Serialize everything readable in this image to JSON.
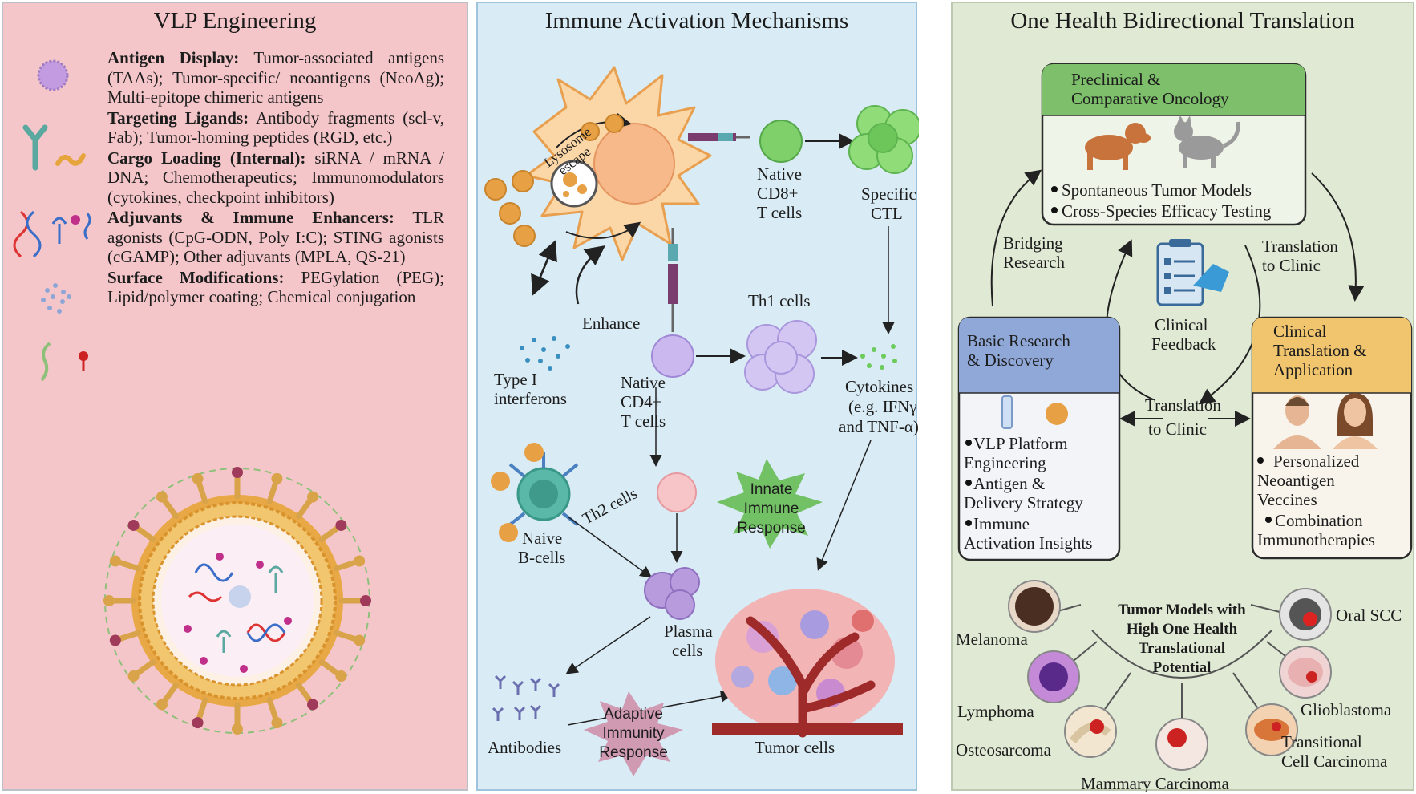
{
  "panels": {
    "vlp": {
      "title": "VLP Engineering",
      "items": [
        {
          "heading": "Antigen Display:",
          "text": "Tumor-associated antigens (TAAs); Tumor-specific/ neoantigens (NeoAg); Multi-epitope chimeric antigens"
        },
        {
          "heading": "Targeting Ligands:",
          "text": "Antibody fragments (scl-v, Fab); Tumor-homing peptides (RGD, etc.)"
        },
        {
          "heading": "Cargo Loading (Internal):",
          "text": "siRNA / mRNA / DNA; Chemotherapeutics; Immunomodulators (cytokines, checkpoint inhibitors)"
        },
        {
          "heading": "Adjuvants & Immune Enhancers:",
          "text": "TLR agonists (CpG-ODN, Poly I:C); STING agonists (cGAMP); Other adjuvants (MPLA, QS-21)"
        },
        {
          "heading": "Surface Modifications:",
          "text": "PEGylation (PEG); Lipid/polymer coating; Chemical conjugation"
        }
      ]
    },
    "immune": {
      "title": "Immune Activation Mechanisms",
      "labels": {
        "lysosome1": "Lysosome",
        "lysosome2": "escape",
        "enhance": "Enhance",
        "ifn1": "Type I",
        "ifn2": "interferons",
        "cd8_1": "Native",
        "cd8_2": "CD8+",
        "cd8_3": "T cells",
        "ctl1": "Specific",
        "ctl2": "CTL",
        "th1": "Th1 cells",
        "cd4_1": "Native",
        "cd4_2": "CD4+",
        "cd4_3": "T cells",
        "cyto1": "Cytokines",
        "cyto2": "(e.g. IFNγ",
        "cyto3": "and TNF-α)",
        "th2": "Th2 cells",
        "bcell1": "Naive",
        "bcell2": "B-cells",
        "innate1": "Innate",
        "innate2": "Immune",
        "innate3": "Response",
        "plasma1": "Plasma",
        "plasma2": "cells",
        "antibodies": "Antibodies",
        "adaptive1": "Adaptive",
        "adaptive2": "Immunity",
        "adaptive3": "Response",
        "tumor": "Tumor cells"
      }
    },
    "onehealth": {
      "title": "One Health Bidirectional Translation",
      "preclinical": {
        "title1": "Preclinical &",
        "title2": "Comparative Oncology",
        "bullet1": "Spontaneous Tumor Models",
        "bullet2": "Cross-Species Efficacy Testing"
      },
      "bridging1": "Bridging",
      "bridging2": "Research",
      "translation_top1": "Translation",
      "translation_top2": "to Clinic",
      "feedback1": "Clinical",
      "feedback2": "Feedback",
      "basic": {
        "title1": "Basic  Research",
        "title2": "& Discovery",
        "b1a": "VLP Platform",
        "b1b": "Engineering",
        "b2a": "Antigen &",
        "b2b": "Delivery Strategy",
        "b3a": "Immune",
        "b3b": "Activation Insights"
      },
      "translation_mid1": "Translation",
      "translation_mid2": "to Clinic",
      "clinical": {
        "title1": "Clinical",
        "title2": "Translation &",
        "title3": "Application",
        "b1a": "Personalized",
        "b1b": "Neoantigen",
        "b1c": "Veccines",
        "b2a": "Combination",
        "b2b": "Immunotherapies"
      },
      "tumor_models": {
        "title1": "Tumor Models with",
        "title2": "High One Health",
        "title3": "Translational",
        "title4": "Potential",
        "melanoma": "Melanoma",
        "oral": "Oral SCC",
        "lymphoma": "Lymphoma",
        "glioblastoma": "Glioblastoma",
        "osteosarcoma": "Osteosarcoma",
        "transitional1": "Transitional",
        "transitional2": "Cell Carcinoma",
        "mammary": "Mammary Carcinoma"
      }
    }
  },
  "colors": {
    "panel1_bg": "#f4c6c9",
    "panel2_bg": "#d9ebf4",
    "panel3_bg": "#dfe9d4",
    "preclinical_header": "#7dbf6a",
    "basic_header": "#8fa8d8",
    "clinical_header": "#f1c46e",
    "vlp_gold": "#e6a53c"
  }
}
